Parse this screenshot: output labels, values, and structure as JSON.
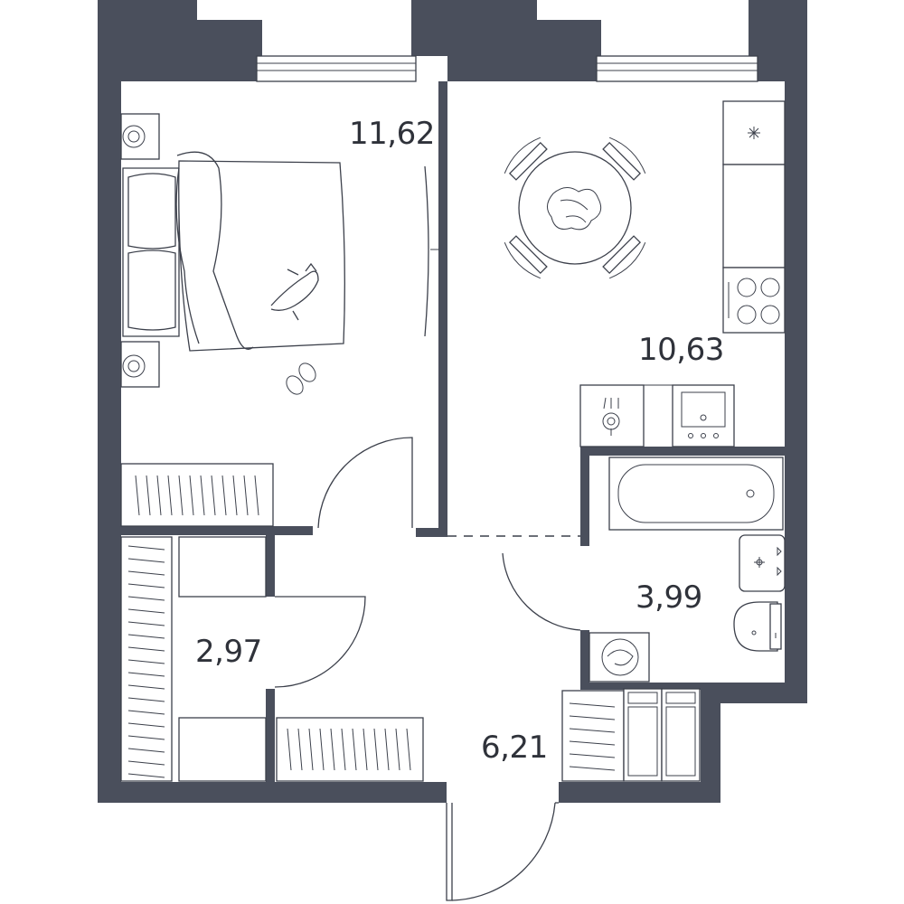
{
  "rooms": {
    "bedroom": {
      "area": "11,62"
    },
    "kitchen_living": {
      "area": "10,63"
    },
    "bathroom": {
      "area": "3,99"
    },
    "wardrobe": {
      "area": "2,97"
    },
    "hallway": {
      "area": "6,21"
    }
  },
  "colors": {
    "wall": "#4a4f5c",
    "line": "#3c404b",
    "background": "#ffffff"
  }
}
